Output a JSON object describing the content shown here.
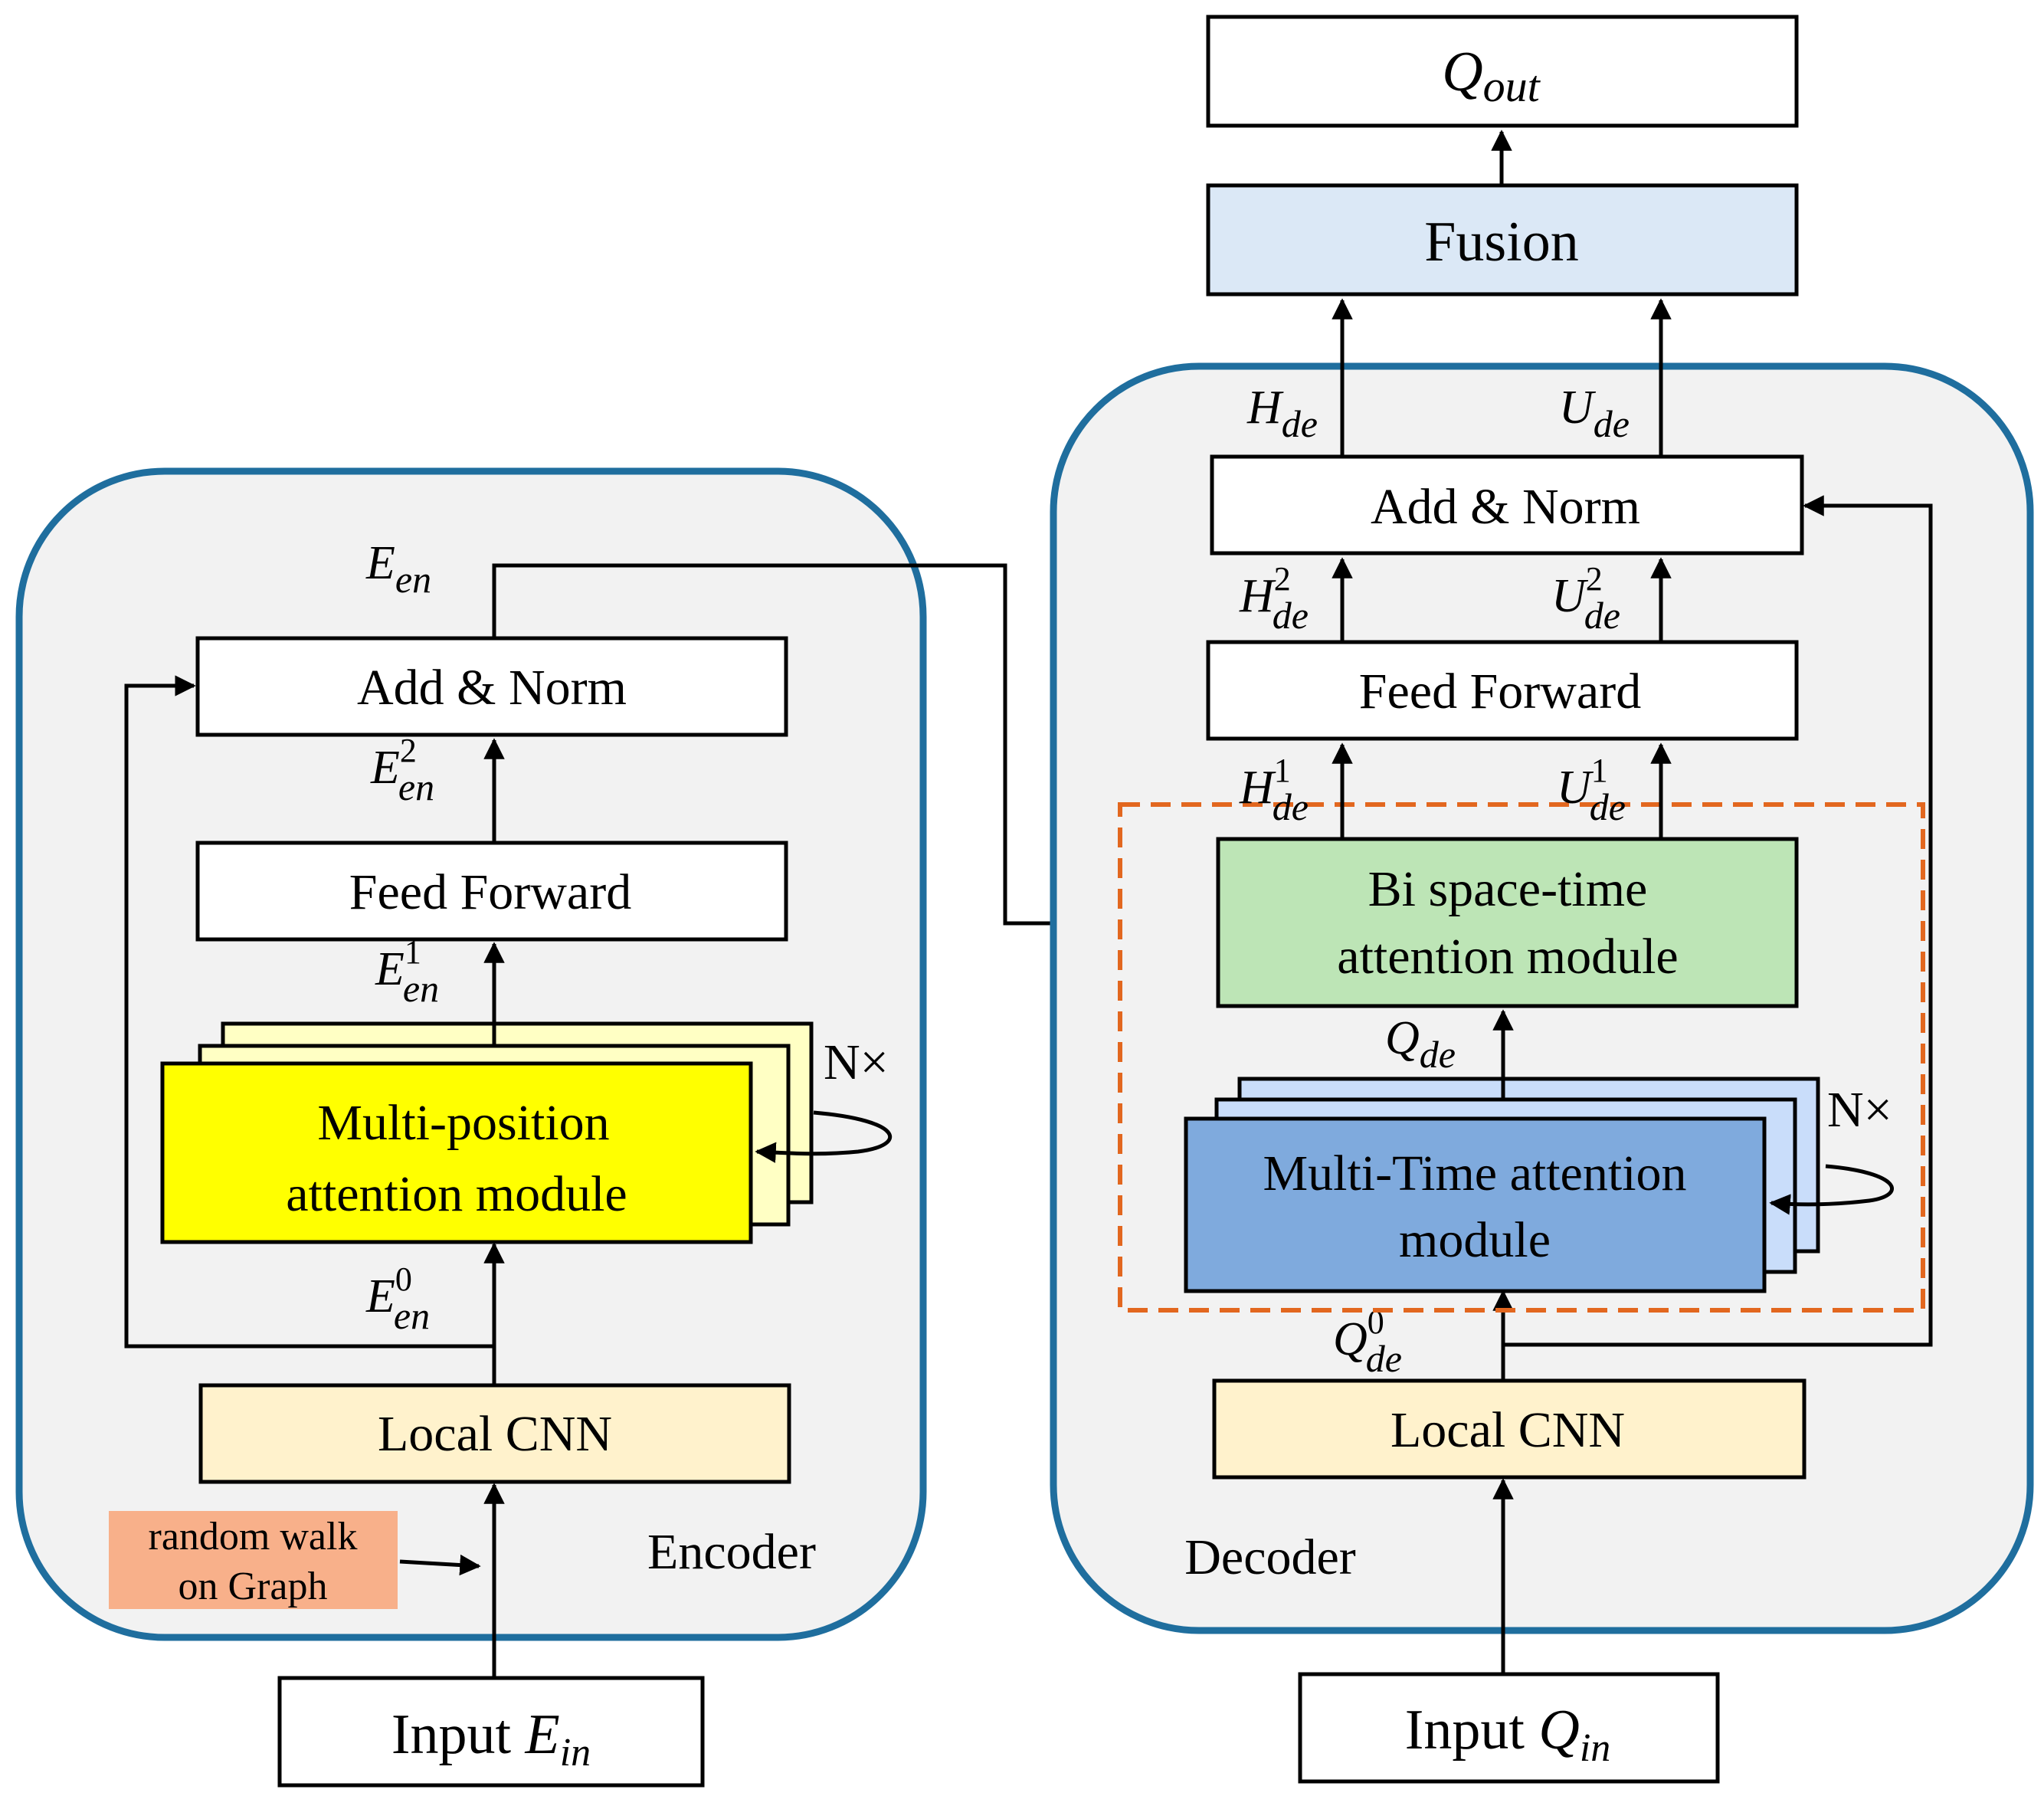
{
  "encoder": {
    "title": "Encoder",
    "input_label": "Input ",
    "input_var": "E",
    "input_sub": "in",
    "random_walk_line1": "random walk",
    "random_walk_line2": "on Graph",
    "local_cnn": "Local  CNN",
    "e0": "E",
    "e0_sup": "0",
    "e0_sub": "en",
    "attention_line1": "Multi-position",
    "attention_line2": "attention  module",
    "repeat": "N×",
    "e1": "E",
    "e1_sup": "1",
    "e1_sub": "en",
    "feed_forward": "Feed Forward",
    "e2": "E",
    "e2_sup": "2",
    "e2_sub": "en",
    "add_norm": "Add  & Norm",
    "out": "E",
    "out_sub": "en"
  },
  "decoder": {
    "title": "Decoder",
    "input_label": "Input ",
    "input_var": "Q",
    "input_sub": "in",
    "local_cnn": "Local  CNN",
    "q0": "Q",
    "q0_sup": "0",
    "q0_sub": "de",
    "attention_line1": "Multi-Time attention",
    "attention_line2": "module",
    "repeat": "N×",
    "q": "Q",
    "q_sub": "de",
    "bi_line1": "Bi space-time",
    "bi_line2": "attention  module",
    "h1": "H",
    "h1_sup": "1",
    "h1_sub": "de",
    "u1": "U",
    "u1_sup": "1",
    "u1_sub": "de",
    "feed_forward": "Feed Forward",
    "h2": "H",
    "h2_sup": "2",
    "h2_sub": "de",
    "u2": "U",
    "u2_sup": "2",
    "u2_sub": "de",
    "add_norm": "Add  & Norm",
    "h": "H",
    "h_sub": "de",
    "u": "U",
    "u_sub": "de"
  },
  "top": {
    "fusion": "Fusion",
    "out_var": "Q",
    "out_sub": "out"
  },
  "colors": {
    "panel_fill": "#f2f2f2",
    "panel_stroke": "#1f6e9e",
    "cnn_fill": "#fff2cc",
    "random_walk_fill": "#f8b08a",
    "position_attention_fill": "#ffff00",
    "position_attention_stack": "#ffffc4",
    "time_attention_fill": "#7faadd",
    "time_attention_stack": "#c9ddfa",
    "bi_attention_fill": "#bde5b6",
    "fusion_fill": "#dbe8f6",
    "dashed_stroke": "#e2671f"
  }
}
